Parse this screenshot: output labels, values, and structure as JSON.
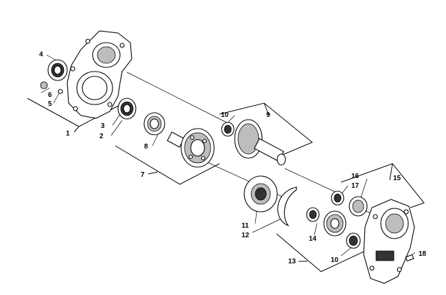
{
  "diagram": {
    "labels": {
      "p1": "1",
      "p2": "2",
      "p3": "3",
      "p4": "4",
      "p5": "5",
      "p6": "6",
      "p7": "7",
      "p8": "8",
      "p9": "9",
      "p10a": "10",
      "p10b": "10",
      "p11": "11",
      "p12": "12",
      "p13": "13",
      "p14": "14",
      "p15": "15",
      "p16": "16",
      "p17": "17",
      "p18": "18"
    }
  }
}
